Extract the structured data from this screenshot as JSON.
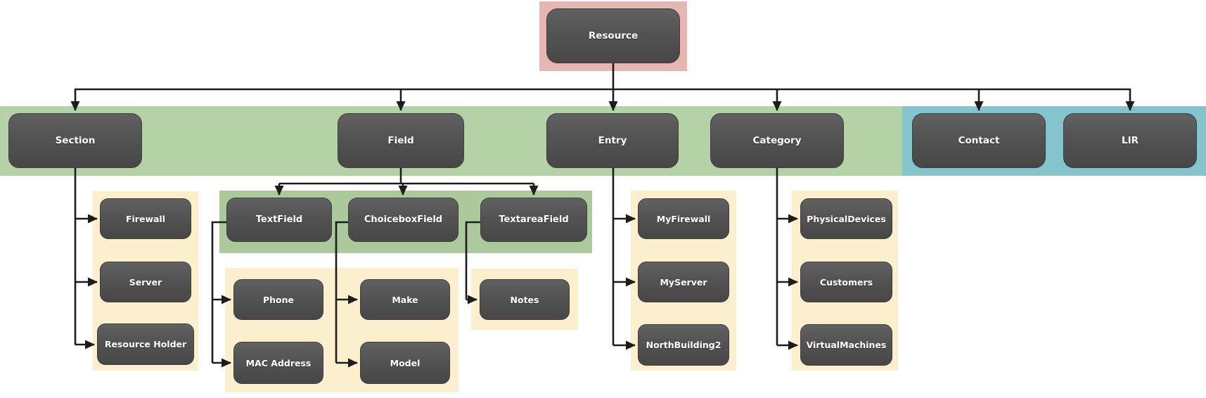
{
  "diagram": {
    "type": "hierarchy-tree",
    "nodes": {
      "resource": {
        "label": "Resource"
      },
      "section": {
        "label": "Section"
      },
      "field": {
        "label": "Field"
      },
      "entry": {
        "label": "Entry"
      },
      "category": {
        "label": "Category"
      },
      "contact": {
        "label": "Contact"
      },
      "lir": {
        "label": "LIR"
      },
      "firewall": {
        "label": "Firewall"
      },
      "server": {
        "label": "Server"
      },
      "resource_holder": {
        "label": "Resource Holder"
      },
      "textfield": {
        "label": "TextField"
      },
      "choiceboxfield": {
        "label": "ChoiceboxField"
      },
      "textareafield": {
        "label": "TextareaField"
      },
      "phone": {
        "label": "Phone"
      },
      "mac_address": {
        "label": "MAC Address"
      },
      "make": {
        "label": "Make"
      },
      "model": {
        "label": "Model"
      },
      "notes": {
        "label": "Notes"
      },
      "myfirewall": {
        "label": "MyFirewall"
      },
      "myserver": {
        "label": "MyServer"
      },
      "northbuilding2": {
        "label": "NorthBuilding2"
      },
      "physicaldevices": {
        "label": "PhysicalDevices"
      },
      "customers": {
        "label": "Customers"
      },
      "virtualmachines": {
        "label": "VirtualMachines"
      }
    },
    "edges": [
      [
        "Resource",
        "Section"
      ],
      [
        "Resource",
        "Field"
      ],
      [
        "Resource",
        "Entry"
      ],
      [
        "Resource",
        "Category"
      ],
      [
        "Resource",
        "Contact"
      ],
      [
        "Resource",
        "LIR"
      ],
      [
        "Section",
        "Firewall"
      ],
      [
        "Section",
        "Server"
      ],
      [
        "Section",
        "Resource Holder"
      ],
      [
        "Field",
        "TextField"
      ],
      [
        "Field",
        "ChoiceboxField"
      ],
      [
        "Field",
        "TextareaField"
      ],
      [
        "TextField",
        "Phone"
      ],
      [
        "TextField",
        "MAC Address"
      ],
      [
        "ChoiceboxField",
        "Make"
      ],
      [
        "ChoiceboxField",
        "Model"
      ],
      [
        "TextareaField",
        "Notes"
      ],
      [
        "Entry",
        "MyFirewall"
      ],
      [
        "Entry",
        "MyServer"
      ],
      [
        "Entry",
        "NorthBuilding2"
      ],
      [
        "Category",
        "PhysicalDevices"
      ],
      [
        "Category",
        "Customers"
      ],
      [
        "Category",
        "VirtualMachines"
      ]
    ],
    "colors": {
      "root_highlight_band": "#e7b6b0",
      "level2_green_band": "#b5d2a6",
      "level2_teal_band": "#84c5cd",
      "field_types_green_panel": "#abc99b",
      "children_yellow_panel": "#fcefce",
      "node_fill_dark": "#4e4e4e",
      "node_text": "#ffffff",
      "connector_line": "#1c1c1c"
    }
  }
}
